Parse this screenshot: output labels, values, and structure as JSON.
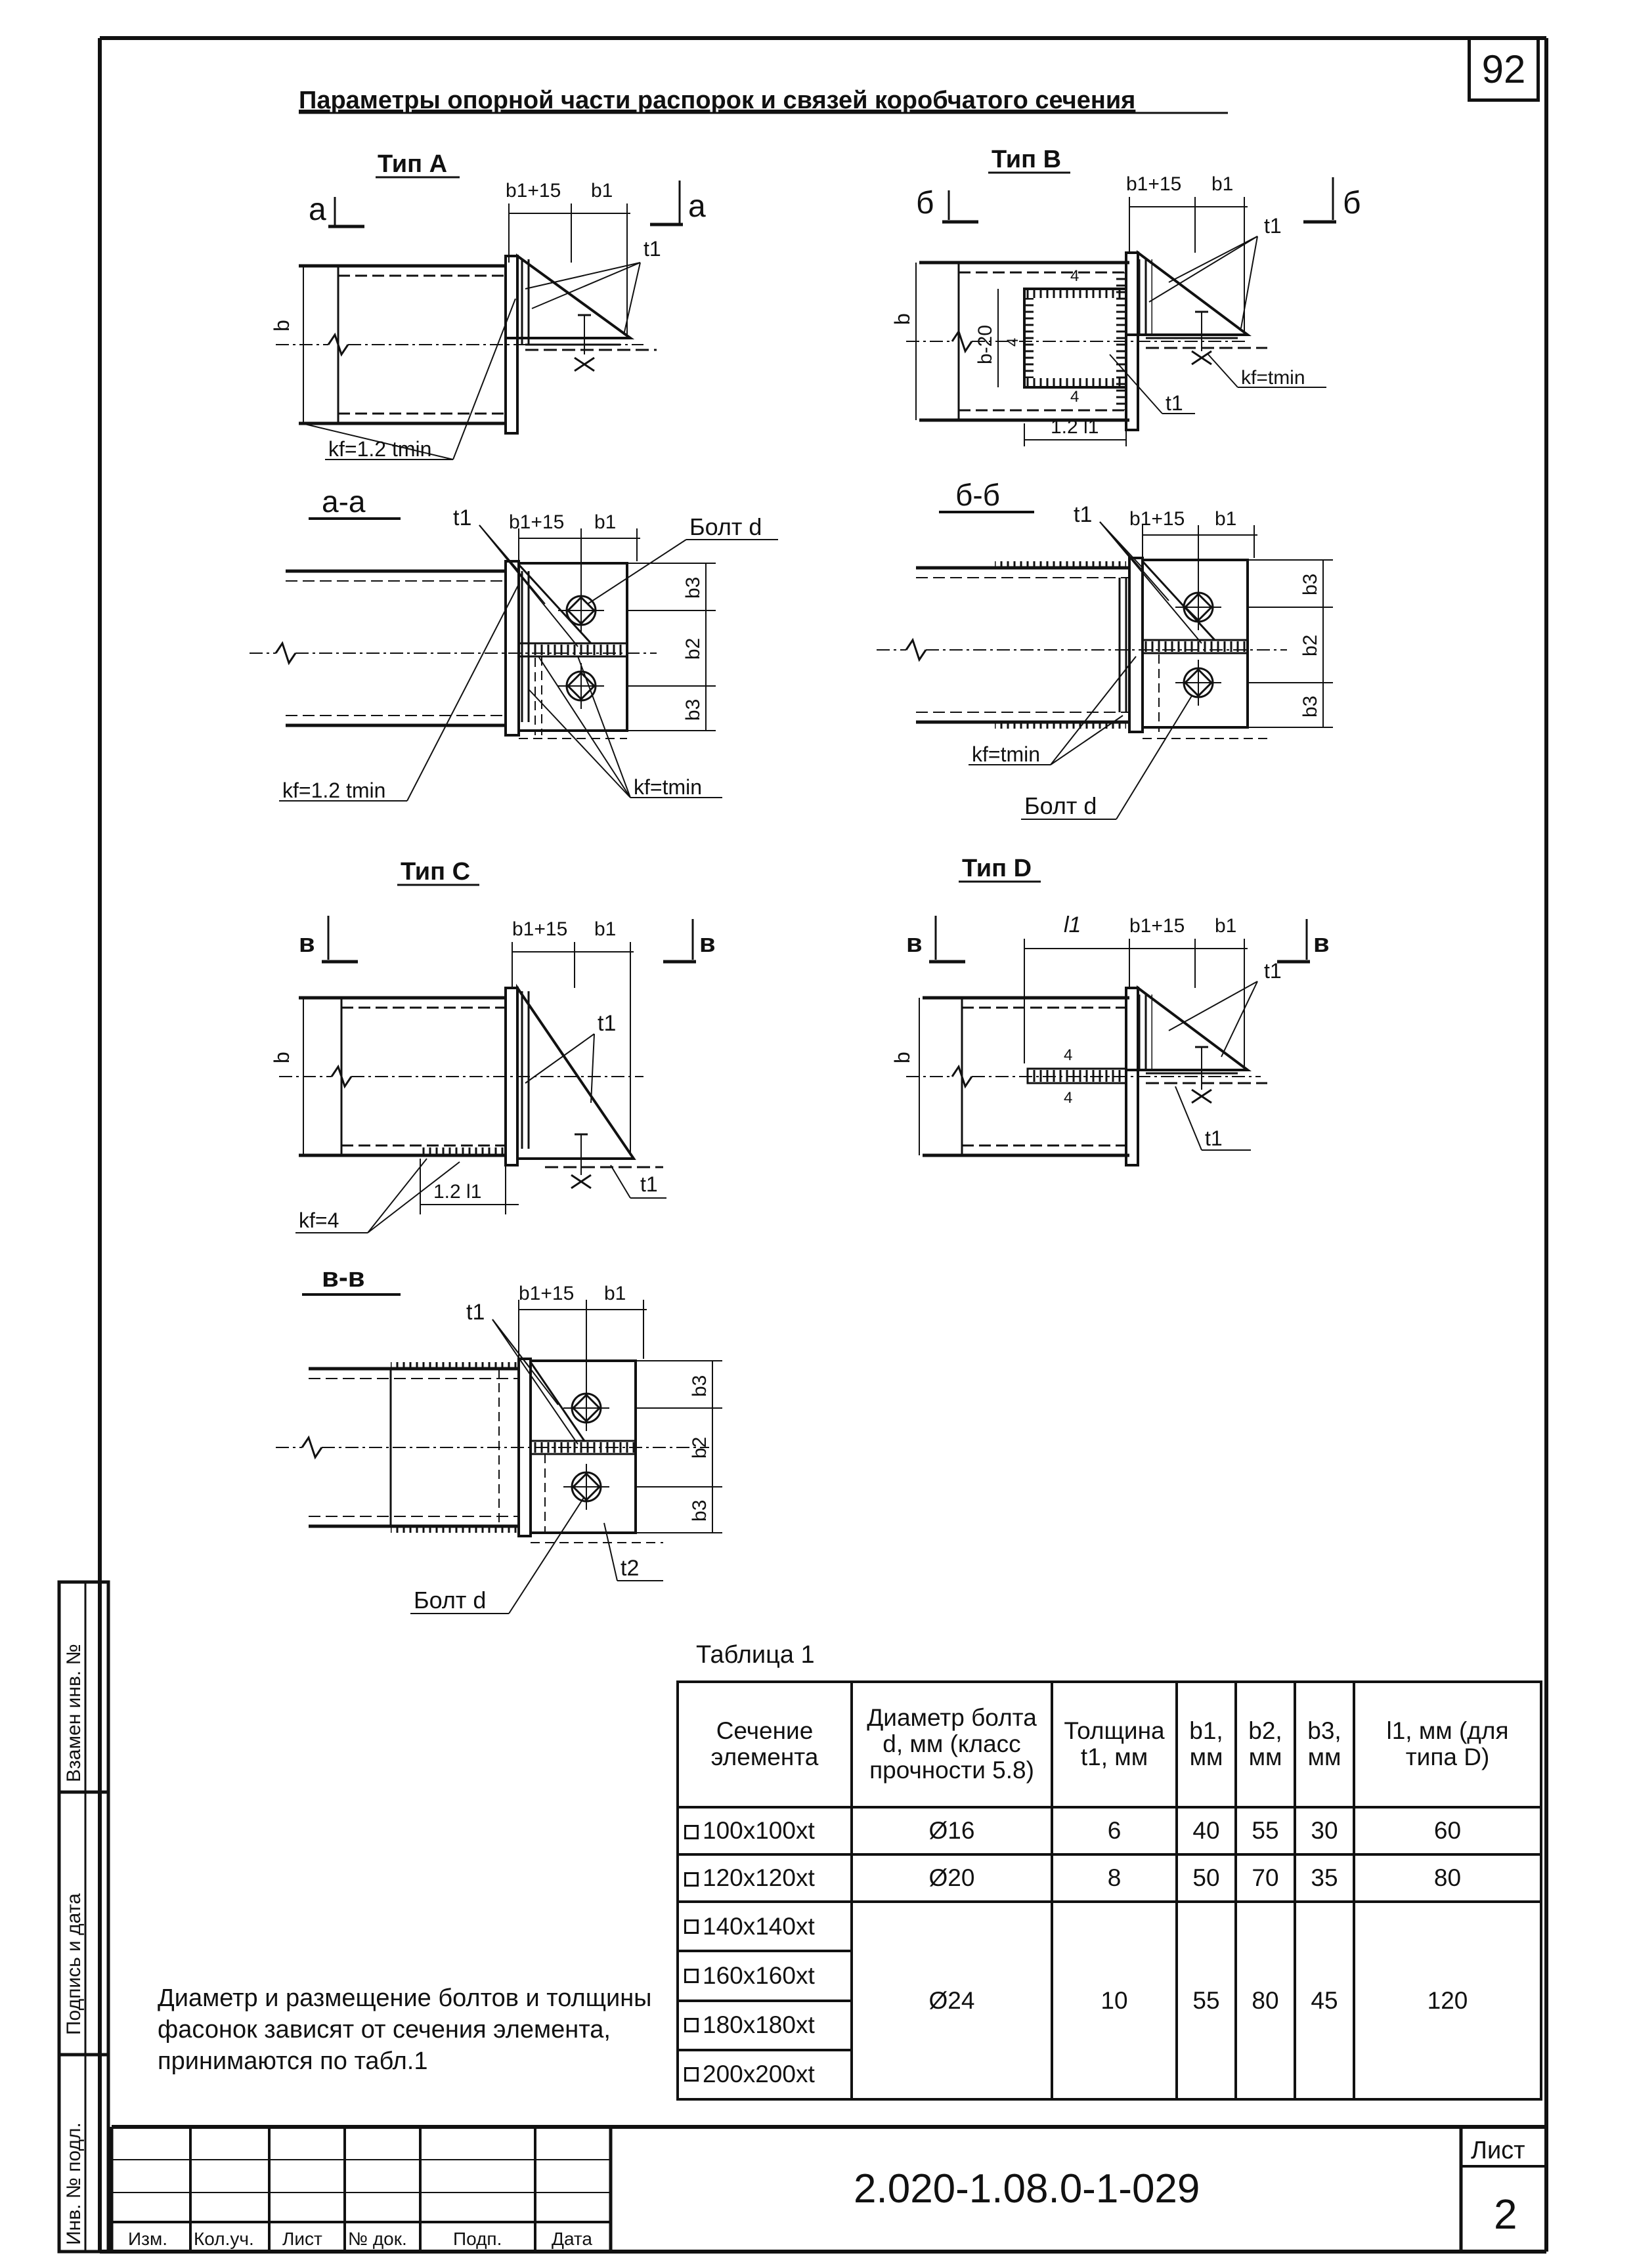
{
  "page_number": "92",
  "title": "Параметры опорной части распорок и связей коробчатого сечения",
  "views": {
    "type_a": {
      "title": "Тип А",
      "section_mark": "а",
      "dim_b1_15": "b1+15",
      "dim_b1": "b1",
      "t1": "t1",
      "b": "b",
      "kf": "kf=1.2 tmin"
    },
    "type_b": {
      "title": "Тип В",
      "section_mark": "б",
      "dim_b1_15": "b1+15",
      "dim_b1": "b1",
      "t1": "t1",
      "t1b": "t1",
      "b": "b",
      "b20": "b-20",
      "four": "4",
      "len": "1.2 l1",
      "kf": "kf=tmin"
    },
    "sec_aa": {
      "title": "а-а",
      "t1": "t1",
      "bolt": "Болт d",
      "dim_b1_15": "b1+15",
      "dim_b1": "b1",
      "b3": "b3",
      "b2": "b2",
      "kf1": "kf=1.2 tmin",
      "kf2": "kf=tmin"
    },
    "sec_bb": {
      "title": "б-б",
      "t1": "t1",
      "bolt": "Болт d",
      "dim_b1_15": "b1+15",
      "dim_b1": "b1",
      "b3": "b3",
      "b2": "b2",
      "kf": "kf=tmin"
    },
    "type_c": {
      "title": "Тип С",
      "section_mark": "в",
      "dim_b1_15": "b1+15",
      "dim_b1": "b1",
      "t1": "t1",
      "t1b": "t1",
      "b": "b",
      "len": "1.2 l1",
      "kf": "kf=4"
    },
    "type_d": {
      "title": "Тип D",
      "section_mark": "в",
      "l1": "l1",
      "dim_b1_15": "b1+15",
      "dim_b1": "b1",
      "t1": "t1",
      "t1b": "t1",
      "b": "b",
      "four": "4"
    },
    "sec_vv": {
      "title": "в-в",
      "t1": "t1",
      "t2": "t2",
      "bolt": "Болт d",
      "dim_b1_15": "b1+15",
      "dim_b1": "b1",
      "b3": "b3",
      "b2": "b2"
    }
  },
  "table": {
    "caption": "Таблица 1",
    "headers": [
      "Сечение элемента",
      "Диаметр болта d, мм (класс прочности 5.8)",
      "Толщина t1, мм",
      "b1, мм",
      "b2, мм",
      "b3, мм",
      "l1, мм (для типа D)"
    ],
    "rows": [
      {
        "sections": [
          "100x100xt"
        ],
        "d": "Ø16",
        "t1": "6",
        "b1": "40",
        "b2": "55",
        "b3": "30",
        "l1": "60"
      },
      {
        "sections": [
          "120x120xt"
        ],
        "d": "Ø20",
        "t1": "8",
        "b1": "50",
        "b2": "70",
        "b3": "35",
        "l1": "80"
      },
      {
        "sections": [
          "140x140xt",
          "160x160xt",
          "180x180xt",
          "200x200xt"
        ],
        "d": "Ø24",
        "t1": "10",
        "b1": "55",
        "b2": "80",
        "b3": "45",
        "l1": "120"
      }
    ]
  },
  "note": "Диаметр и размещение болтов и толщины фасонок зависят от сечения элемента, принимаются по табл.1",
  "side_stamp": [
    "Взамен инв. №",
    "Подпись и дата",
    "Инв. № подл."
  ],
  "title_block": {
    "columns": [
      "Изм.",
      "Кол.уч.",
      "Лист",
      "№ док.",
      "Подп.",
      "Дата"
    ],
    "doc_code": "2.020-1.08.0-1-029",
    "sheet_label": "Лист",
    "sheet_value": "2"
  }
}
